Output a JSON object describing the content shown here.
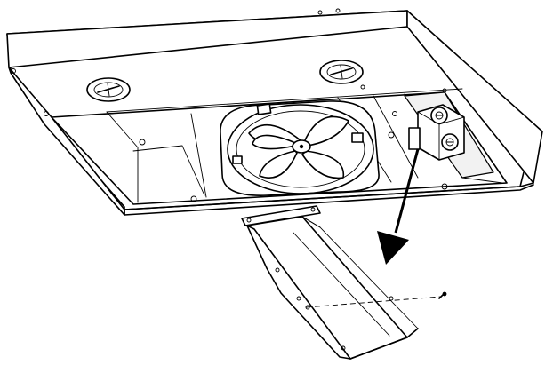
{
  "figure": {
    "components": [
      "range-hood",
      "blower-fan",
      "duct-transition",
      "electrical-box",
      "screw",
      "direction-arrow"
    ]
  }
}
